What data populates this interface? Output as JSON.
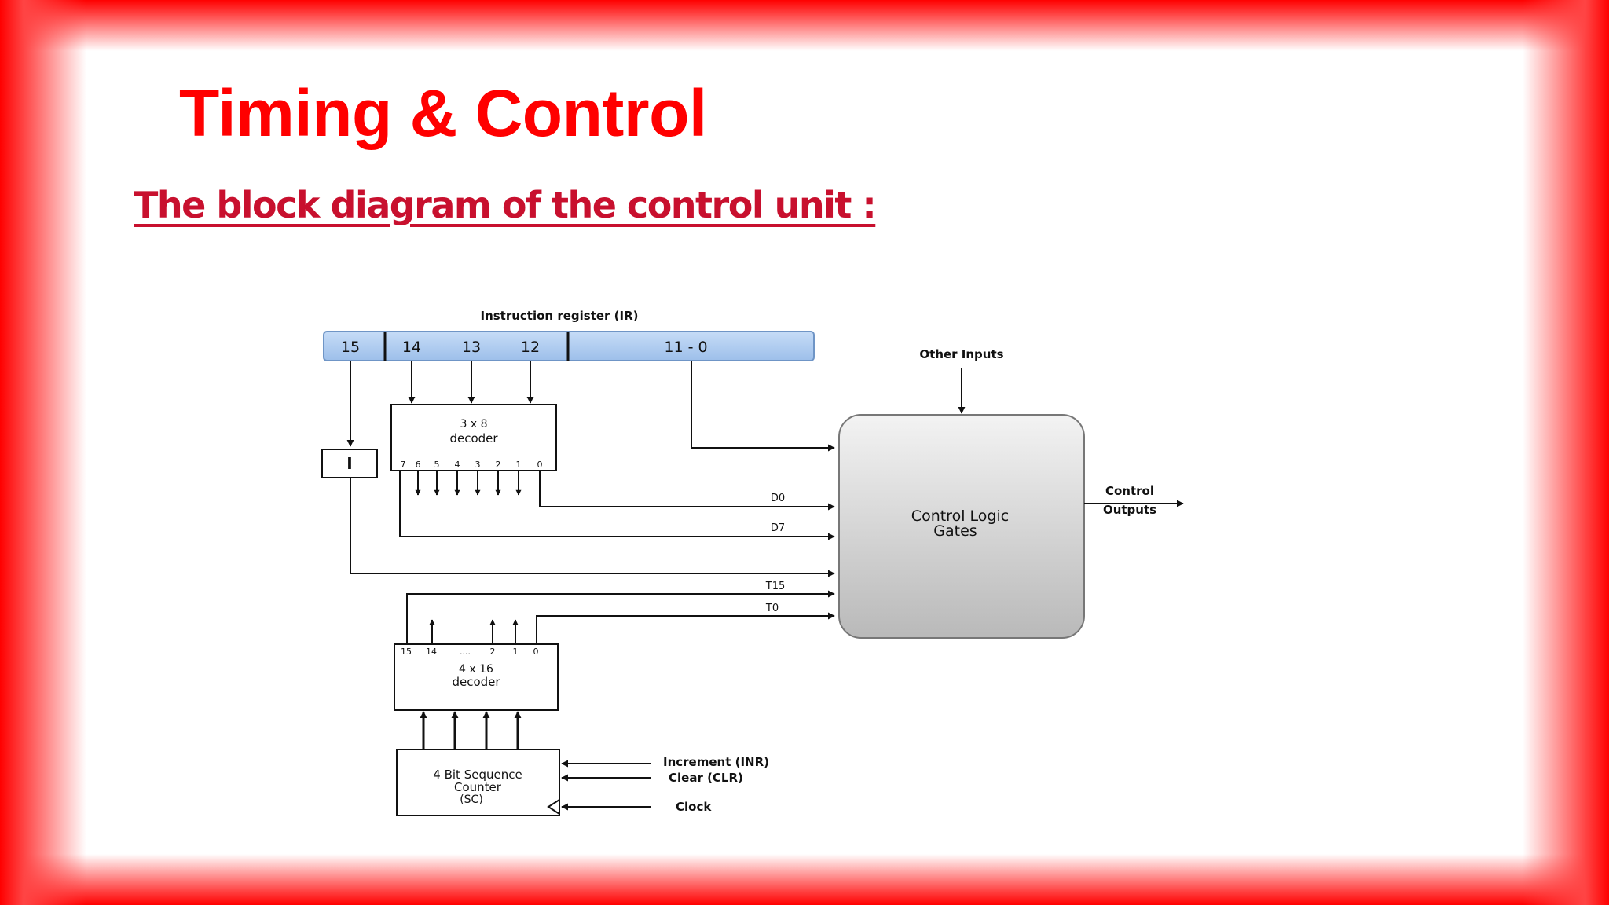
{
  "slide": {
    "title": "Timing & Control",
    "subtitle": "The block diagram of the control unit :",
    "border_color": "#ff0000"
  },
  "diagram": {
    "ir": {
      "caption": "Instruction register (IR)",
      "fields": [
        "15",
        "14",
        "13",
        "12",
        "11 - 0"
      ],
      "fill": "#a9c7ee"
    },
    "i_flipflop": {
      "label": "I"
    },
    "decoder_3x8": {
      "label_line1": "3 x 8",
      "label_line2": "decoder",
      "outputs": [
        "7",
        "6",
        "5",
        "4",
        "3",
        "2",
        "1",
        "0"
      ]
    },
    "control_logic": {
      "line1": "Control Logic",
      "line2": "Gates"
    },
    "other_inputs": "Other Inputs",
    "control_outputs": {
      "line1": "Control",
      "line2": "Outputs"
    },
    "signals": {
      "d0": "D0",
      "d7": "D7",
      "t15": "T15",
      "t0": "T0"
    },
    "decoder_4x16": {
      "label_line1": "4 x 16",
      "label_line2": "decoder",
      "outputs": [
        "15",
        "14",
        "....",
        "2",
        "1",
        "0"
      ]
    },
    "sequence_counter": {
      "line1": "4 Bit Sequence",
      "line2": "Counter",
      "line3": "(SC)"
    },
    "counter_inputs": {
      "increment": "Increment (INR)",
      "clear": "Clear (CLR)",
      "clock": "Clock"
    }
  }
}
